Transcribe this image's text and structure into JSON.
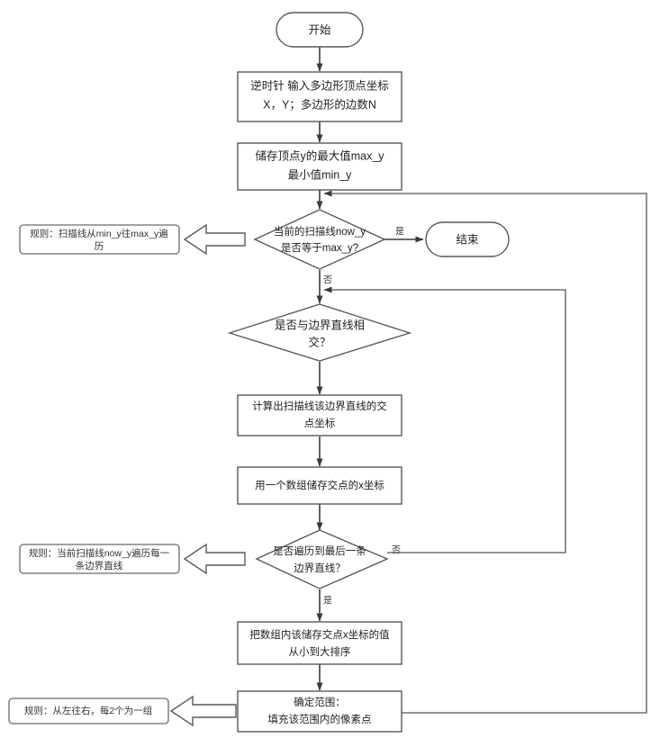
{
  "diagram": {
    "title": "多边形扫描线填充算法流程图",
    "background_color": "#ffffff",
    "shape_stroke_color": "#595959",
    "connector_color": "#3a3a3a",
    "text_color": "#222222"
  },
  "nodes": {
    "start": {
      "label": "开始",
      "shape": "terminator"
    },
    "input": {
      "line1": "逆时针  输入多边形顶点坐标",
      "line2": "X，Y；多边形的边数N",
      "shape": "process"
    },
    "store_minmax": {
      "line1": "储存顶点y的最大值max_y",
      "line2": "最小值min_y",
      "shape": "process"
    },
    "check_maxy": {
      "line1": "当前的扫描线now_y",
      "line2": "是否等于max_y?",
      "shape": "decision"
    },
    "end": {
      "label": "结束",
      "shape": "terminator"
    },
    "check_intersect": {
      "line1": "是否与边界直线相",
      "line2": "交？",
      "shape": "decision"
    },
    "calc_point": {
      "line1": "计算出扫描线该边界直线的交",
      "line2": "点坐标",
      "shape": "process"
    },
    "store_array": {
      "line1": "用一个数组储存交点的x坐标",
      "line2": "",
      "shape": "process"
    },
    "check_last_edge": {
      "line1": "是否遍历到最后一条",
      "line2": "边界直线？",
      "shape": "decision"
    },
    "sort_array": {
      "line1": "把数组内该储存交点x坐标的值",
      "line2": "从小到大排序",
      "shape": "process"
    },
    "fill_range": {
      "line1": "确定范围：",
      "line2": "填充该范围内的像素点",
      "shape": "process"
    }
  },
  "rules": {
    "rule1": {
      "line1": "规则：扫描线从min_y往max_y遍",
      "line2": "历"
    },
    "rule2": {
      "line1": "规则：当前扫描线now_y遍历每一",
      "line2": "条边界直线"
    },
    "rule3": {
      "line1": "规则：从左往右，每2个为一组",
      "line2": ""
    }
  },
  "edge_labels": {
    "maxy_yes": "是",
    "maxy_no": "否",
    "last_edge_no": "否",
    "last_edge_yes": "是"
  }
}
